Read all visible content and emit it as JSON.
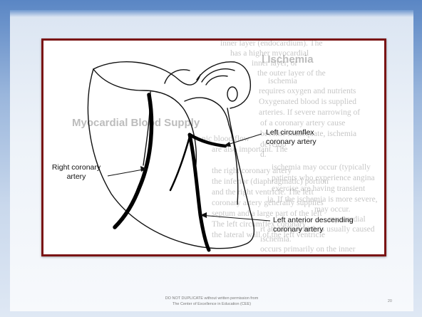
{
  "figure": {
    "labels": {
      "left_circumflex": "Left circumflex coronary artery",
      "right_coronary": "Right coronary artery",
      "left_anterior_descending": "Left anterior descending coronary artery"
    },
    "background_text": {
      "heading_ischemia": "l Ischemia",
      "heading_supply": "Myocardial Blood Supply",
      "lines": [
        "inner layer (endocardium). The",
        "has a higher myocardial",
        "inner layer, or",
        "the outer layer of the",
        "ischemia",
        "requires oxygen and nutrients",
        "Oxygenated blood is supplied",
        "arteries. If severe narrowing of",
        "of a coronary artery cause",
        "become inadequate, ischemia",
        "develop",
        "d.",
        "ischemia may occur (typically",
        "patients who experience angina",
        "exercise are having transient",
        "ia. If the ischemia is more severe,",
        "may occur.",
        "myocardial",
        "rt attack\"), which is usually caused",
        "ischemia.",
        "occurs primarily on the inner",
        "nic blood flow",
        "are also important. The",
        "the right coronary artery",
        "the inferior (diaphragmatic) portion",
        "and the right ventricle. The left",
        "coronary artery generally supplies",
        "septum and a large part of the left",
        "The left circumflex coronary",
        "the lateral wall of the left ventricle"
      ]
    }
  },
  "footer": {
    "line1": "DO NOT DUPLICATE without written permission from",
    "line2": "The Center of Excellence in Education (CEE)",
    "slide_number": "20"
  }
}
